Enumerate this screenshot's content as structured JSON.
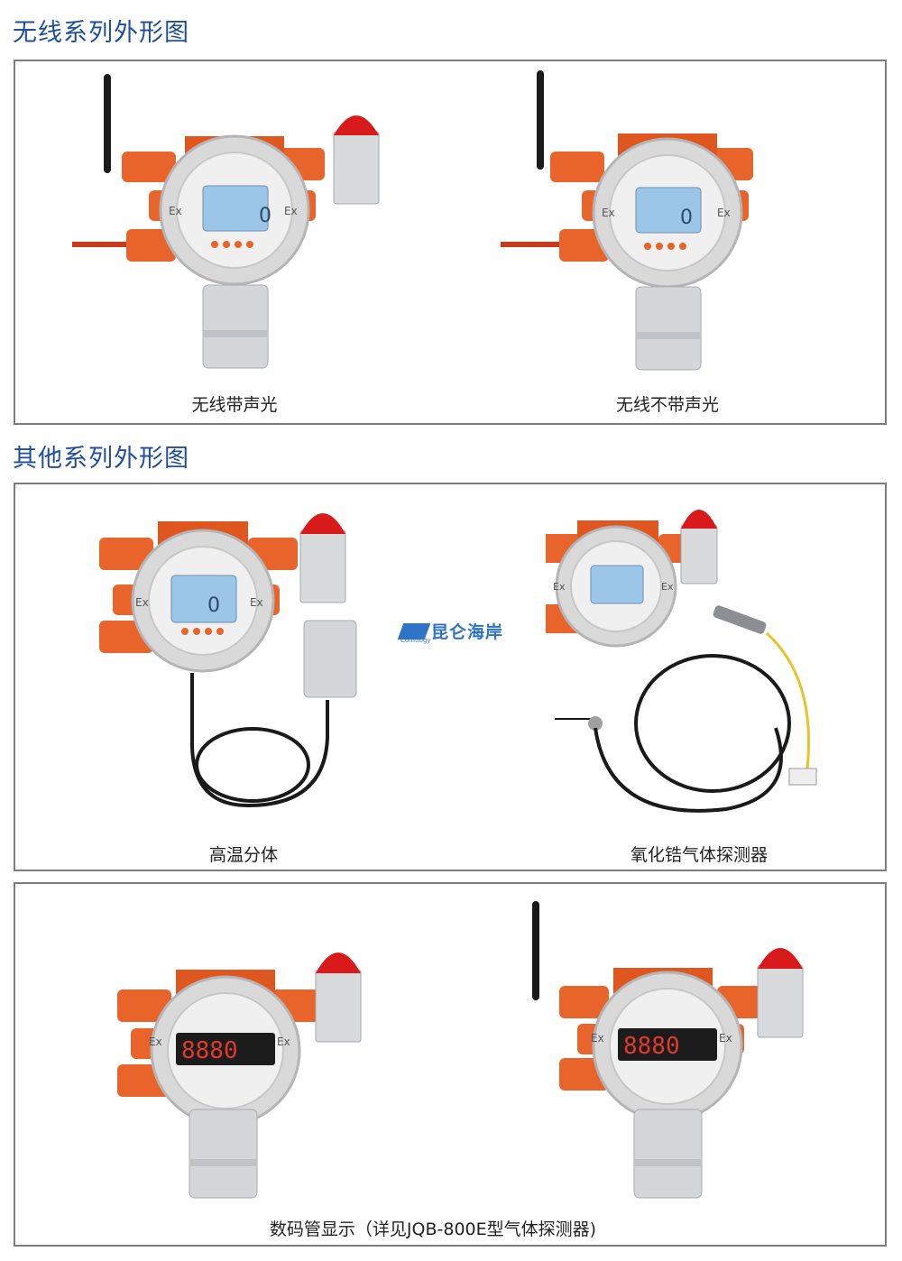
{
  "sections": [
    {
      "title": "无线系列外形图"
    },
    {
      "title": "其他系列外形图"
    }
  ],
  "captions": {
    "wireless_with_alarm": "无线带声光",
    "wireless_without_alarm": "无线不带声光",
    "high_temp_split": "高温分体",
    "zirconia_detector": "氧化锆气体探测器",
    "digital_tube": "数码管显示（详见JQB-800E型气体探测器)"
  },
  "watermark": {
    "text": "昆仑海岸",
    "sub": "Comtlogy"
  },
  "device_labels": {
    "ex_left": "Ex",
    "ex_right": "Ex",
    "lcd_value": "0",
    "led_value": "8880"
  },
  "colors": {
    "title": "#1f4e9c",
    "housing": "#e8642a",
    "beacon": "#d81a1a",
    "steel": "#c9ccd0"
  }
}
